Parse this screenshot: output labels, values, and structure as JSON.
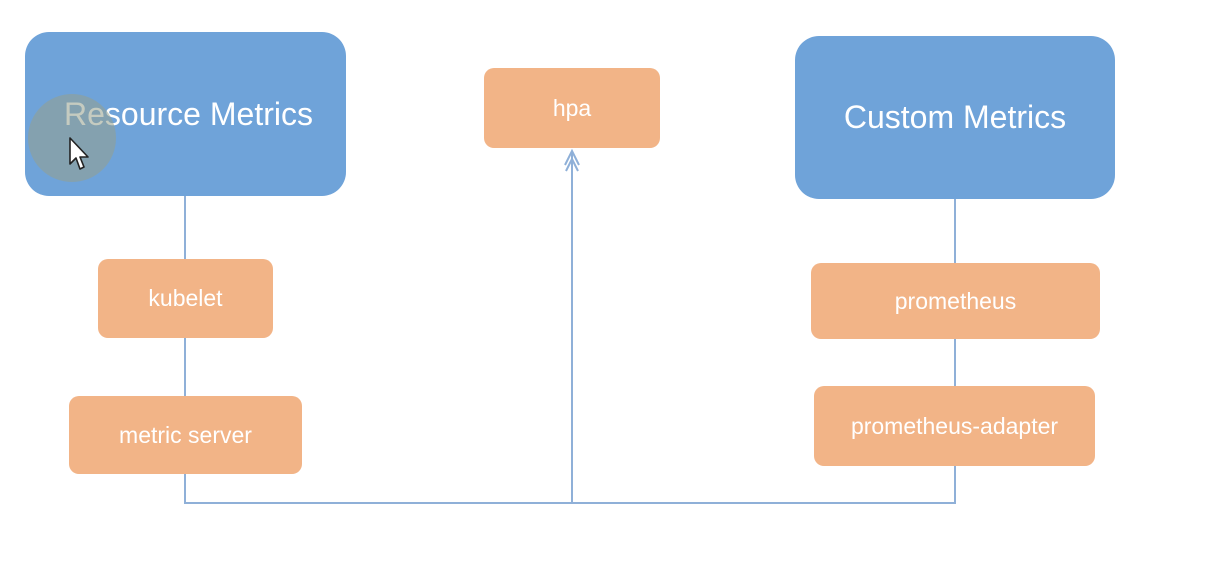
{
  "nodes": {
    "resource_metrics": "Resource Metrics",
    "custom_metrics": "Custom Metrics",
    "hpa": "hpa",
    "kubelet": "kubelet",
    "metric_server": "metric server",
    "prometheus": "prometheus",
    "prometheus_adapter": "prometheus-adapter"
  },
  "colors": {
    "category_box": "#6fa3d9",
    "component_box": "#f2b487",
    "connector": "#8fb0d8",
    "text": "#ffffff"
  },
  "edges": [
    {
      "from": "resource_metrics",
      "to": "kubelet"
    },
    {
      "from": "kubelet",
      "to": "metric_server"
    },
    {
      "from": "custom_metrics",
      "to": "prometheus"
    },
    {
      "from": "prometheus",
      "to": "prometheus_adapter"
    },
    {
      "from": "metric_server",
      "to": "hpa",
      "arrow": true
    },
    {
      "from": "prometheus_adapter",
      "to": "hpa",
      "arrow": true
    }
  ]
}
